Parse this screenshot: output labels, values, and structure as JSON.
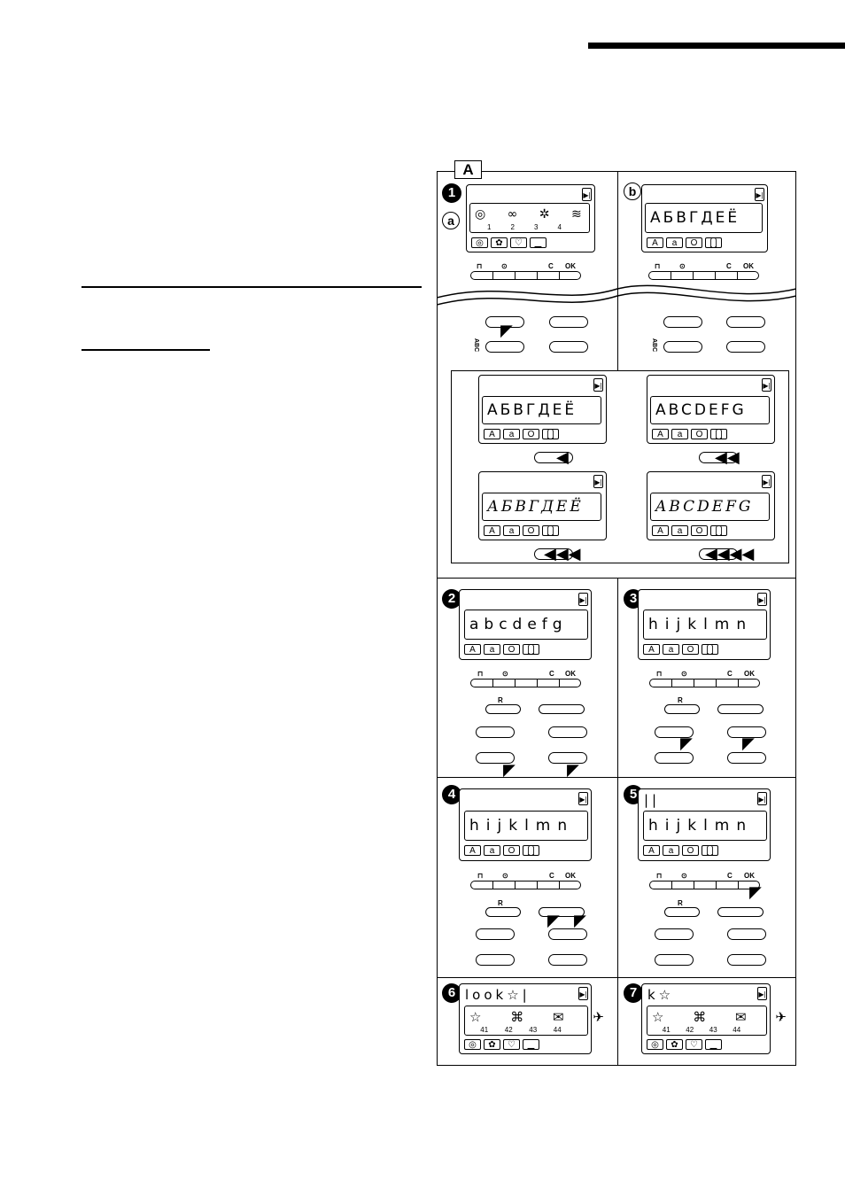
{
  "figure_label": "A",
  "step_numbers": [
    "1",
    "2",
    "3",
    "4",
    "5",
    "6",
    "7"
  ],
  "sub_labels": [
    "a",
    "b"
  ],
  "buttons": {
    "thread": "⊓",
    "needle": "⊙",
    "c": "C",
    "ok": "OK",
    "r": "R",
    "abc": "ABC"
  },
  "panel1": {
    "symbols": "◎ ∞ ✲ ≋",
    "nums": [
      "1",
      "2",
      "3",
      "4"
    ]
  },
  "panel_b": {
    "chars": "АБВГДЕЁ"
  },
  "variants": [
    {
      "chars": "АБВГДЕЁ"
    },
    {
      "chars": "ABCDEFG"
    },
    {
      "chars": "АБВГДЕЁ"
    },
    {
      "chars": "ABCDEFG"
    }
  ],
  "panel2": {
    "chars": "abcdefg"
  },
  "panel3": {
    "chars": "hijklmn"
  },
  "panel4": {
    "chars": "hijklmn"
  },
  "panel5": {
    "top": "||",
    "chars": "hijklmn"
  },
  "panel6": {
    "top": "look☆|",
    "nums": [
      "41",
      "42",
      "43",
      "44"
    ]
  },
  "panel7": {
    "top": "k☆",
    "nums": [
      "41",
      "42",
      "43",
      "44"
    ]
  },
  "tabs": [
    "A",
    "a",
    "O",
    "[ ]"
  ]
}
